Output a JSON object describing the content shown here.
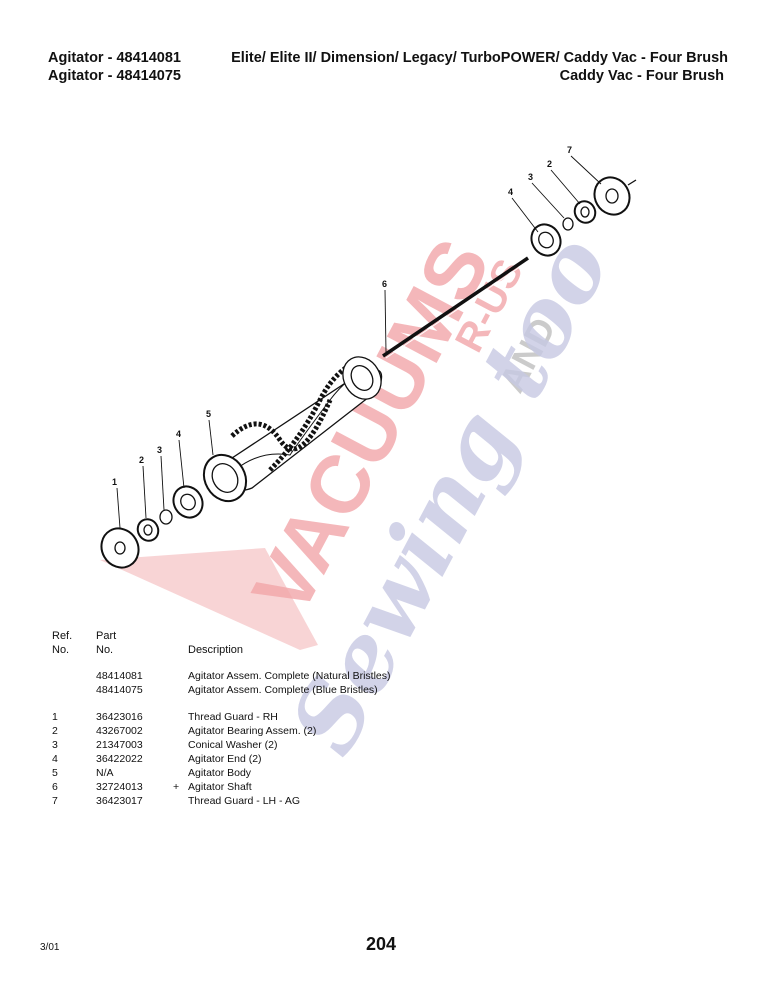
{
  "header": {
    "line1_left": "Agitator - 48414081",
    "line1_right": "Elite/ Elite II/ Dimension/ Legacy/ TurboPOWER/ Caddy Vac - Four Brush",
    "line2_left": "Agitator - 48414075",
    "line2_right": "Caddy Vac - Four Brush"
  },
  "diagram": {
    "callouts": [
      "1",
      "2",
      "3",
      "4",
      "5",
      "6",
      "7",
      "2",
      "3",
      "4"
    ]
  },
  "watermark": {
    "main": "VACUUMS",
    "r_us": "R-US",
    "and": "AND",
    "sewing": "Sewing too",
    "colors": {
      "red": "#e8242a",
      "gray": "#8c8c8c",
      "blue": "#3a3f8f"
    }
  },
  "table": {
    "col_ref_l1": "Ref.",
    "col_ref_l2": "No.",
    "col_part_l1": "Part",
    "col_part_l2": "No.",
    "col_desc": "Description",
    "assemblies": [
      {
        "part": "48414081",
        "desc": "Agitator Assem. Complete  (Natural Bristles)"
      },
      {
        "part": "48414075",
        "desc": "Agitator Assem. Complete  (Blue Bristles)"
      }
    ],
    "rows": [
      {
        "ref": "1",
        "mark": "",
        "part": "36423016",
        "desc": "Thread Guard - RH"
      },
      {
        "ref": "2",
        "mark": "",
        "part": "43267002",
        "desc": "Agitator Bearing Assem. (2)"
      },
      {
        "ref": "3",
        "mark": "",
        "part": "21347003",
        "desc": "Conical Washer (2)"
      },
      {
        "ref": "4",
        "mark": "",
        "part": "36422022",
        "desc": "Agitator End (2)"
      },
      {
        "ref": "5",
        "mark": "",
        "part": "N/A",
        "desc": "Agitator Body"
      },
      {
        "ref": "6",
        "mark": "+",
        "part": "32724013",
        "desc": "Agitator Shaft"
      },
      {
        "ref": "7",
        "mark": "",
        "part": "36423017",
        "desc": "Thread Guard - LH - AG"
      }
    ]
  },
  "footer": {
    "date": "3/01",
    "page": "204"
  }
}
